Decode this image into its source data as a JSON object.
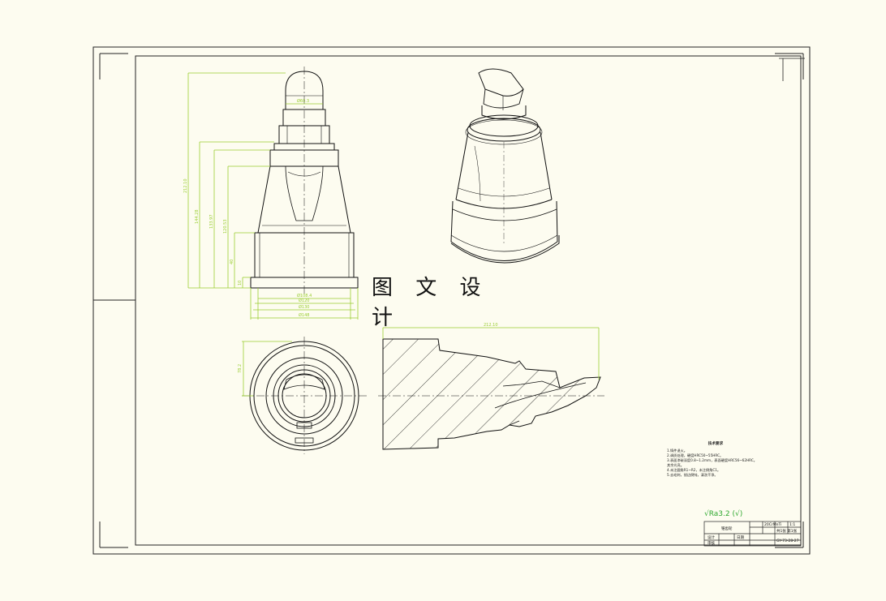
{
  "watermark": "图 文 设 计",
  "dimensions": {
    "top_width": "Ø60.3",
    "overall_height": "212.10",
    "h1": "144.28",
    "h2": "133.97",
    "h3": "120.53",
    "h4": "40",
    "h5": "10",
    "d1": "Ø108.4",
    "d2": "Ø120",
    "d3": "Ø130",
    "d4": "Ø148",
    "side_height": "78.2",
    "section_length": "212.10"
  },
  "tech_notes": {
    "title": "技术要求",
    "lines": [
      "1.铸件退火。",
      "2.调质处理，硬度HRC50~55HRC。",
      "3.表面渗碳深度0.8~1.2mm，表面硬度HRC56~62HRC。",
      "  其余光亮。",
      "4.未注圆角R1~R2，未注倒角C1。",
      "  5.去毛刺，锐边倒钝，清洗干净。"
    ]
  },
  "roughness_symbol": "√Ra3.2 (√)",
  "title_block": {
    "part_name": "锥齿轮",
    "material": "20CrMnTi",
    "scale": "1:1",
    "sheet": "共1张 第1张",
    "designer_label": "设计",
    "checker_label": "审核",
    "date_label": "日期",
    "drawing_no": "GY-73-28-27"
  }
}
